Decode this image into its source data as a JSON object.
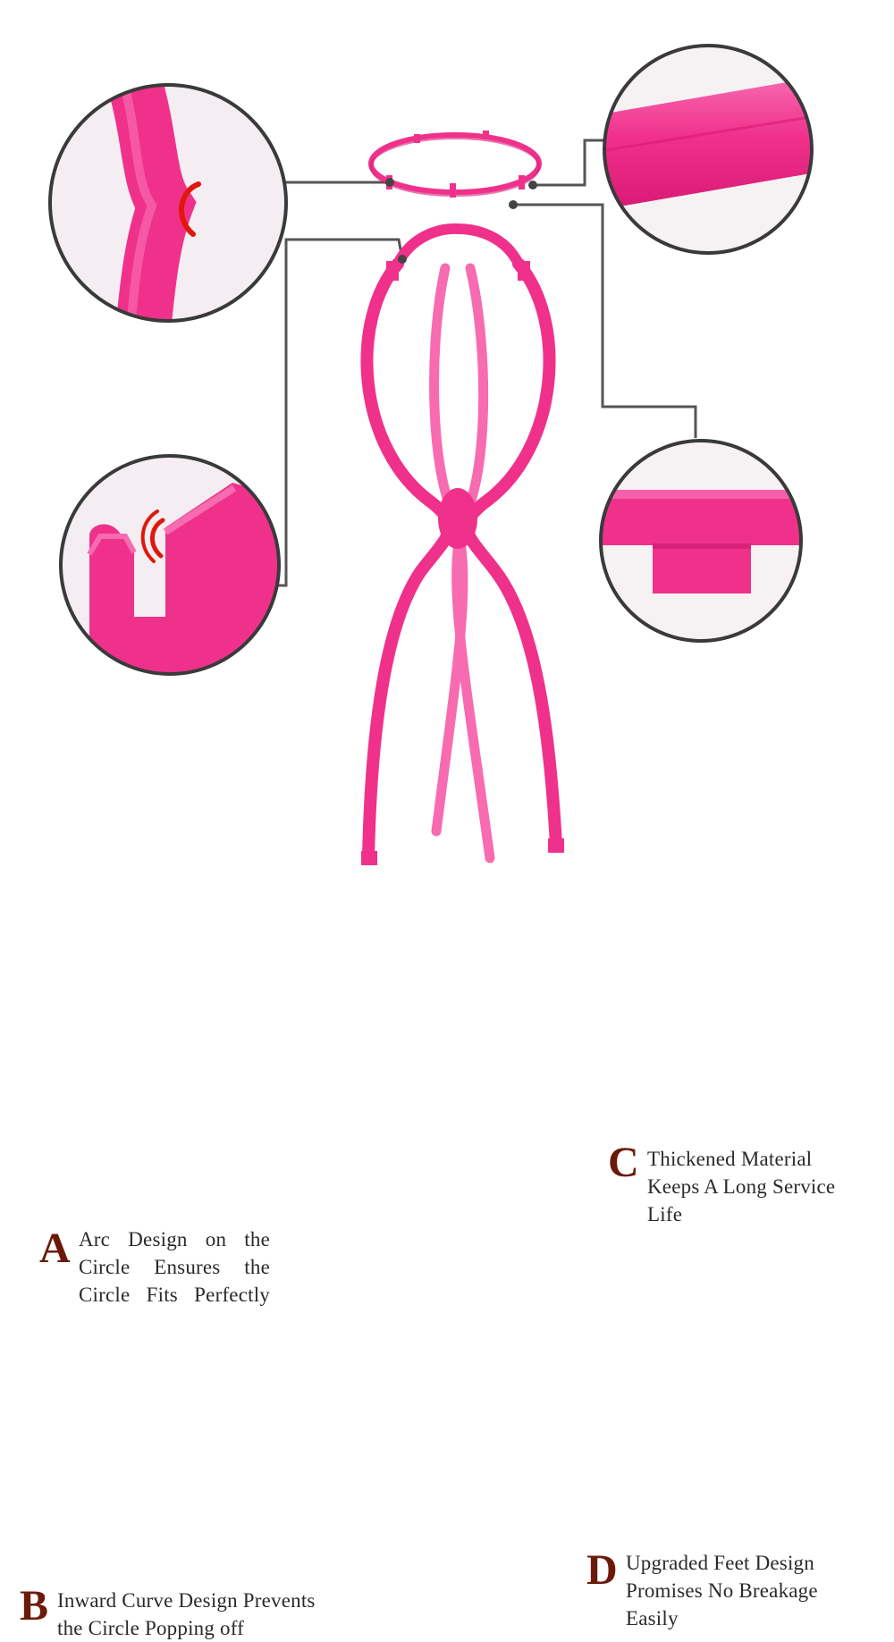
{
  "colors": {
    "product_pink": "#f0318c",
    "product_pink_light": "#f76bb0",
    "letter_brown": "#6b1a0a",
    "text": "#2a2a2a",
    "leader_line": "#555555",
    "circle_border": "#3a3a3a",
    "arc_marker": "#e0180c"
  },
  "callouts": {
    "a": {
      "letter": "A",
      "lines": [
        "Arc Design on the",
        "Circle Ensures the",
        "Circle Fits Perfectly"
      ]
    },
    "b": {
      "letter": "B",
      "lines": [
        "Inward Curve Design Prevents",
        "the Circle Popping off"
      ]
    },
    "c": {
      "letter": "C",
      "lines": [
        "Thickened Material",
        "Keeps A Long Service",
        "Life"
      ]
    },
    "d": {
      "letter": "D",
      "lines": [
        "Upgraded Feet Design",
        "Promises No Breakage",
        "Easily"
      ]
    }
  },
  "icons": {
    "ring": "ring-part",
    "stand": "wig-stand",
    "zoom_a": "magnifier-arc-detail",
    "zoom_b": "magnifier-notch-detail",
    "zoom_c": "magnifier-tube-detail",
    "zoom_d": "magnifier-foot-detail",
    "marker": "arc-marker-icon"
  }
}
